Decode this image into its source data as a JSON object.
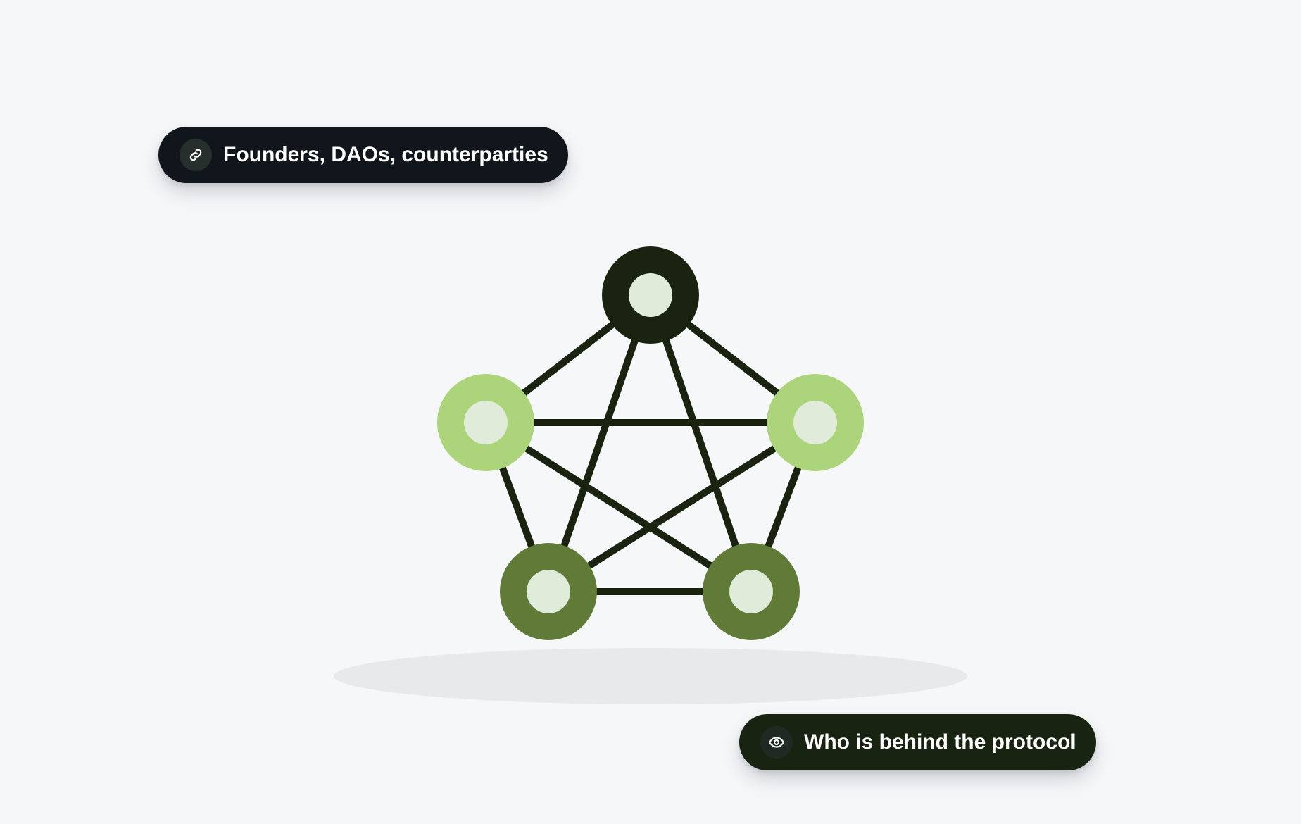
{
  "top_pill": {
    "label": "Founders, DAOs, counterparties",
    "icon": "link-icon"
  },
  "bottom_pill": {
    "label": "Who is behind the protocol",
    "icon": "eye-icon"
  },
  "network": {
    "nodes": [
      {
        "id": "top",
        "color": "#19230f"
      },
      {
        "id": "left",
        "color": "#acd47a"
      },
      {
        "id": "right",
        "color": "#acd47a"
      },
      {
        "id": "bottom-left",
        "color": "#5f7b37"
      },
      {
        "id": "bottom-right",
        "color": "#5f7b37"
      }
    ],
    "edges": [
      [
        "top",
        "left"
      ],
      [
        "top",
        "right"
      ],
      [
        "top",
        "bottom-left"
      ],
      [
        "top",
        "bottom-right"
      ],
      [
        "left",
        "right"
      ],
      [
        "left",
        "bottom-left"
      ],
      [
        "left",
        "bottom-right"
      ],
      [
        "right",
        "bottom-left"
      ],
      [
        "right",
        "bottom-right"
      ],
      [
        "bottom-left",
        "bottom-right"
      ]
    ],
    "edge_color": "#19230f",
    "inner_color": "#e1ebda",
    "shadow_color": "#e8e9eb"
  }
}
